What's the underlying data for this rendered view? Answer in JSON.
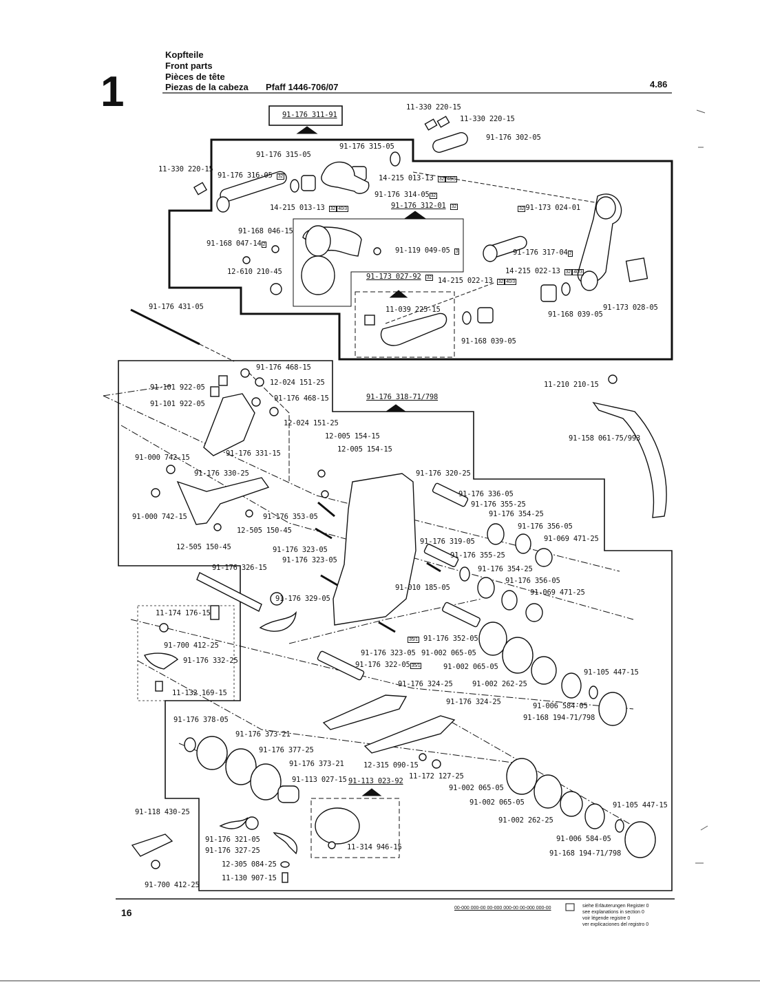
{
  "section_number": "1",
  "title_lines": [
    "Kopfteile",
    "Front parts",
    "Pièces de tête"
  ],
  "title_es": "Piezas de la cabeza",
  "machine": "Pfaff 1446-706/07",
  "date": "4.86",
  "page_number": "16",
  "parts": [
    "91-176 311-91",
    "11-330 220-15",
    "11-330 220-15",
    "91-176 302-05",
    "91-176 315-05",
    "91-176 315-05",
    "11-330 220-15",
    "91-176 316-05",
    "14-215 013-13",
    "91-176 314-05",
    "91-176 312-01",
    "14-215 013-13",
    "91-173 024-01",
    "91-168 046-15",
    "91-168 047-14",
    "91-119 049-05",
    "91-176 317-04",
    "12-610 210-45",
    "91-173 027-92",
    "14-215 022-13",
    "14-215 022-13",
    "11-039 225-15",
    "91-168 039-05",
    "91-173 028-05",
    "91-168 039-05",
    "91-176 431-05",
    "91-176 468-15",
    "91-101 922-05",
    "12-024 151-25",
    "91-101 922-05",
    "91-176 468-15",
    "91-176 318-71/798",
    "11-210 210-15",
    "12-024 151-25",
    "12-005 154-15",
    "12-005 154-15",
    "91-176 331-15",
    "91-158 061-75/993",
    "91-000 742-15",
    "91-176 330-25",
    "91-176 320-25",
    "91-176 336-05",
    "91-176 355-25",
    "91-000 742-15",
    "91-176 353-05",
    "91-176 354-25",
    "12-505 150-45",
    "91-176 356-05",
    "12-505 150-45",
    "91-176 323-05",
    "91-069 471-25",
    "91-176 323-05",
    "91-176 319-05",
    "91-176 326-15",
    "91-176 355-25",
    "91-176 354-25",
    "91-010 185-05",
    "91-176 356-05",
    "91-176 329-05",
    "91-069 471-25",
    "11-174 176-15",
    "91-176 352-05",
    "91-700 412-25",
    "91-176 323-05",
    "91-002 065-05",
    "91-176 332-25",
    "91-176 322-05",
    "91-002 065-05",
    "11-132 169-15",
    "91-105 447-15",
    "91-176 324-25",
    "91-002 262-25",
    "91-176 324-25",
    "91-006 584-05",
    "91-176 378-05",
    "91-168 194-71/798",
    "91-176 373-21",
    "91-176 377-25",
    "91-176 373-21",
    "12-315 090-15",
    "91-113 027-15",
    "91-113 023-92",
    "11-172 127-25",
    "91-002 065-05",
    "91-002 065-05",
    "91-118 430-25",
    "91-105 447-15",
    "91-002 262-25",
    "91-176 321-05",
    "91-006 584-05",
    "91-176 327-25",
    "11-314 946-15",
    "91-168 194-71/798",
    "12-305 084-25",
    "11-130 907-15",
    "91-700 412-25"
  ],
  "marks": {
    "m32": "32",
    "m40_3": "40/3",
    "m2": "2",
    "m3": "3",
    "m35_1": "35/1"
  },
  "legend_codes": "00-000 000-00   00-000 000-00   00-000 000-00",
  "legend_text": [
    "siehe Erläuterungen Register 0",
    "see explanations in section 0",
    "voir légende registre 0",
    "ver explicaciones del registro 0"
  ]
}
